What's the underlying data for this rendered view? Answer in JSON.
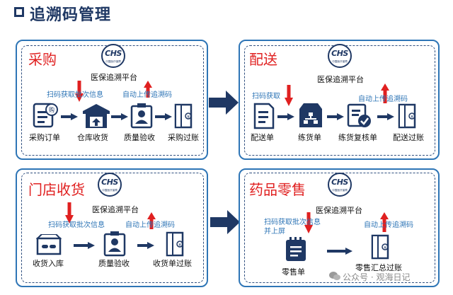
{
  "page": {
    "title": "追溯码管理"
  },
  "chs": {
    "text": "CHS",
    "subtext": "中国医疗保障"
  },
  "platform_label": "医保追溯平台",
  "panels": {
    "purchase": {
      "title": "采购",
      "scan_note": "扫码获取批次信息",
      "upload_note": "自动上传追溯码",
      "steps": [
        "采购订单",
        "仓库收货",
        "质量验收",
        "采购过账"
      ]
    },
    "delivery": {
      "title": "配送",
      "scan_note": "扫码获取",
      "upload_note": "自动上传追溯码",
      "steps": [
        "配送单",
        "练货单",
        "练货复核单",
        "配送过账"
      ]
    },
    "store": {
      "title": "门店收货",
      "scan_note": "扫码获取批次信息",
      "upload_note": "自动上传追溯码",
      "steps": [
        "收货入库",
        "质量验收",
        "收货单过账"
      ]
    },
    "retail": {
      "title": "药品零售",
      "scan_note_line1": "扫码获取批次信息",
      "scan_note_line2": "并上屏",
      "upload_note": "自动上传追溯码",
      "steps": [
        "零售单",
        "零售汇总过账"
      ]
    }
  },
  "watermark": "公众号 · 观海日记",
  "colors": {
    "navy": "#1f3864",
    "accent_blue": "#2e75b6",
    "red": "#e02020"
  }
}
